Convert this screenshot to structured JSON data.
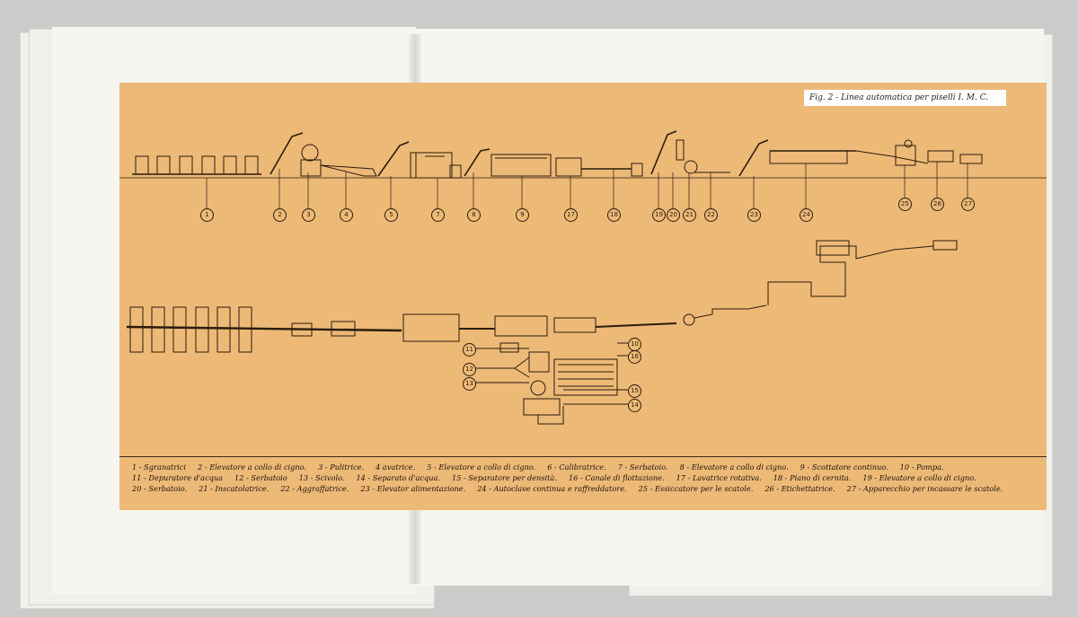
{
  "figure": {
    "caption": "Fig. 2 - Linea automatica per piselli I. M. C.",
    "callouts_top": [
      "1",
      "2",
      "3",
      "4",
      "5",
      "7",
      "8",
      "9",
      "17",
      "18",
      "19",
      "20",
      "21",
      "22",
      "23",
      "24",
      "25",
      "26",
      "27"
    ],
    "callouts_bottom": [
      "11",
      "10",
      "12",
      "16",
      "13",
      "15",
      "14"
    ]
  },
  "legend": {
    "rows": [
      [
        "1 - Sgranatrici",
        "2 - Elevatore a collo di cigno.",
        "3 - Pulitrice.",
        "4 avatrice.",
        "5 - Elevatore a collo di cigno.",
        "6 - Calibratrice.",
        "7 - Serbatoio.",
        "8 - Elevatore a collo di cigno.",
        "9 - Scottatore continuo.",
        "10 - Pompa."
      ],
      [
        "11 - Depuratore d'acqua",
        "12 - Serbatoio",
        "13 - Scivolo.",
        "14 - Separato d'acqua.",
        "15 - Separatore per densità.",
        "16 - Canale di flottazione.",
        "17 - Lavatrice rotativa.",
        "18 - Piano di cernita.",
        "19 - Elevatore a collo di cigno."
      ],
      [
        "20 - Serbatoio.",
        "21 - Inscatolatrice.",
        "22 - Aggraffatrice.",
        "23 - Elevator alimentazione.",
        "24 - Autoclave continua e raffreddatore.",
        "25 - Essiccatore per le scatole.",
        "26 - Etichettatrice.",
        "27 - Apparecchio per incassare le scatole."
      ]
    ]
  }
}
